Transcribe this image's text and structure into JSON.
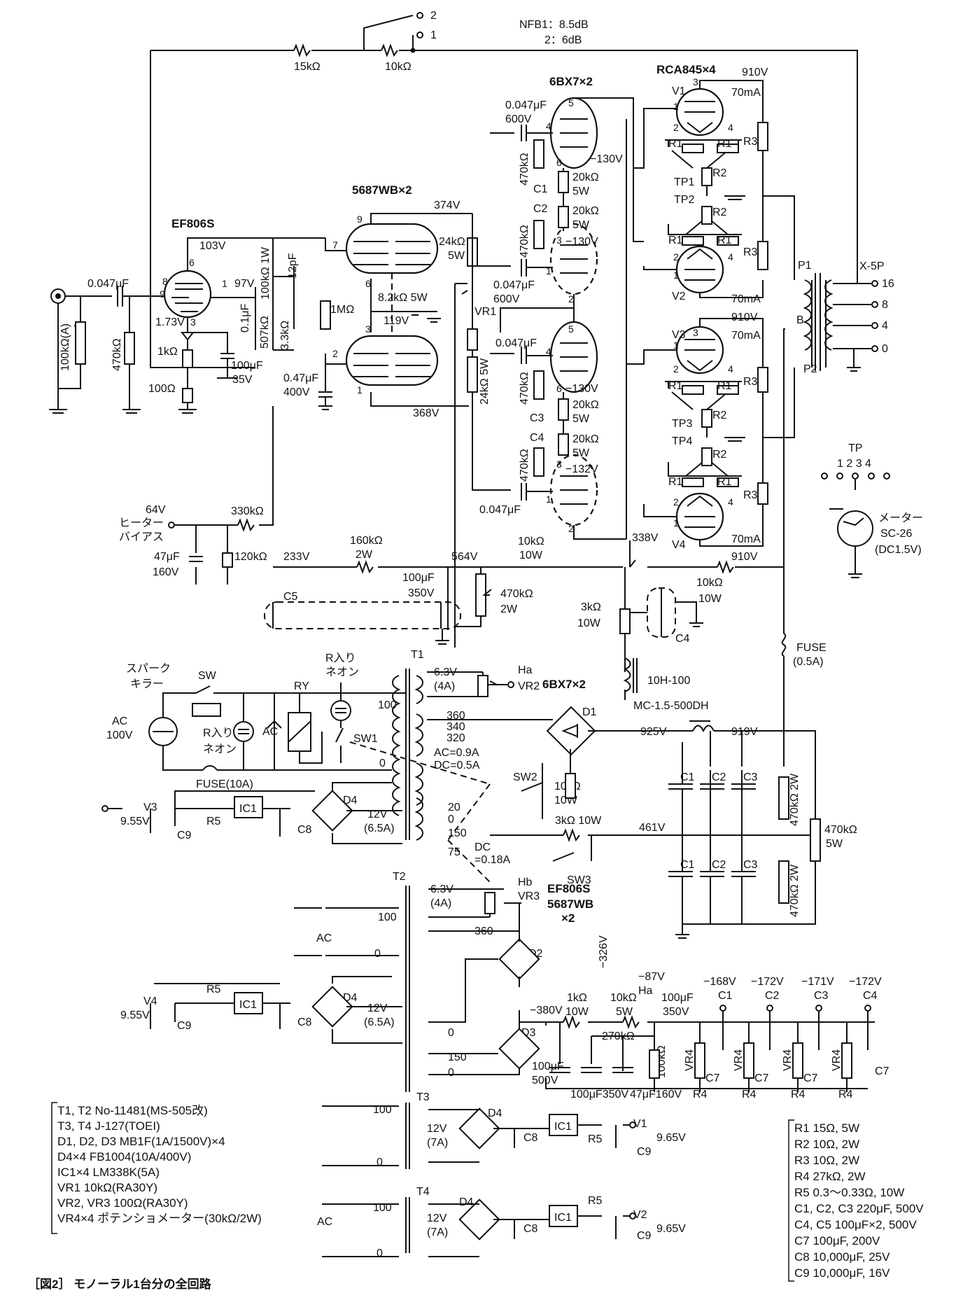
{
  "caption": "［図2］ モノーラル1台分の全回路",
  "nfb_note": [
    "NFB1：8.5dB",
    "2：6dB"
  ],
  "tubes": {
    "ef806s": "EF806S",
    "g5687": "5687WB×2",
    "g6bx7": "6BX7×2",
    "rca845": "RCA845×4"
  },
  "labels": {
    "r15k": "15kΩ",
    "r10k_nfb": "10kΩ",
    "sw_pos2": "2",
    "sw_pos1": "1",
    "vol": "100kΩ(A)",
    "c_in": "0.047μF",
    "r470k_in": "470kΩ",
    "v103": "103V",
    "v97": "97V",
    "v173": "1.73V",
    "r1k": "1kΩ",
    "r100": "100Ω",
    "c01": "0.1μF",
    "c100u35": "100μF",
    "v35": "35V",
    "r100k1w": "100kΩ 1W",
    "r507k": "507kΩ",
    "r33k": "3.3kΩ",
    "c12p": "12pF",
    "r1m": "1MΩ",
    "c047_400": "0.47μF",
    "v400": "400V",
    "v374": "374V",
    "v368": "368V",
    "r24k5w_a": "24kΩ",
    "w5_a": "5W",
    "r82k": "8.2kΩ 5W",
    "v119": "119V",
    "vr1": "VR1",
    "r24k5w_b": "24kΩ 5W",
    "c047_600a": "0.047μF",
    "v600a": "600V",
    "c047_600b": "0.047μF",
    "v600b": "600V",
    "c047_lo1": "0.047μF",
    "c047_lo2": "0.047μF",
    "r470k_a": "470kΩ",
    "r470k_b": "470kΩ",
    "r470k_c": "470kΩ",
    "r470k_d": "470kΩ",
    "c1": "C1",
    "c2": "C2",
    "c3": "C3",
    "c4": "C4",
    "r20k_a": "20kΩ",
    "r20k_b": "20kΩ",
    "r20k_c": "20kΩ",
    "r20k_d": "20kΩ",
    "w5": "5W",
    "vm130a": "−130V",
    "vm130b": "−130V",
    "vm130c": "−130V",
    "vm132": "−132V",
    "v338": "338V",
    "v910a": "910V",
    "v910b": "910V",
    "v910c": "910V",
    "ma70a": "70mA",
    "ma70b": "70mA",
    "ma70c": "70mA",
    "ma70d": "70mA",
    "v1": "V1",
    "v2": "V2",
    "v3": "V3",
    "v4": "V4",
    "r1": "R1",
    "r2": "R2",
    "r3": "R3",
    "tp1": "TP1",
    "tp2": "TP2",
    "tp3": "TP3",
    "tp4": "TP4",
    "p1": "P1",
    "p2": "P2",
    "b": "B",
    "x5p": "X-5P",
    "o16": "16",
    "o8": "8",
    "o4": "4",
    "o0": "0",
    "tp": "TP",
    "tp_nums": "1 2 3 4",
    "meter": "メーター",
    "meter_model": "SC-26",
    "meter_range": "(DC1.5V)",
    "v64": "64V",
    "heater_bias1": "ヒーター",
    "heater_bias2": "バイアス",
    "r330k": "330kΩ",
    "c47u": "47μF",
    "v160": "160V",
    "r120k": "120kΩ",
    "v233": "233V",
    "r160k": "160kΩ",
    "w2": "2W",
    "v564": "564V",
    "r10k10w_a": "10kΩ",
    "w10_a": "10W",
    "c100u350": "100μF",
    "v350": "350V",
    "r470k2w": "470kΩ",
    "w2b": "2W",
    "c5": "C5",
    "r10k10w_b": "10kΩ",
    "w10_b": "10W",
    "r3k": "3kΩ",
    "w10_c": "10W",
    "c4b": "C4",
    "fuse05": "FUSE",
    "fuse05v": "(0.5A)",
    "choke1": "10H-100",
    "choke2": "MC-1.5-500DH",
    "v925": "925V",
    "v919": "919V",
    "r470k2w_a": "470kΩ 2W",
    "r470k2w_b": "470kΩ 2W",
    "r470k5w": "470kΩ",
    "w5c": "5W",
    "spark1": "スパーク",
    "spark2": "キラー",
    "sw": "SW",
    "ry": "RY",
    "neon1a": "R入り",
    "neon1b": "ネオン",
    "neon2a": "R入り",
    "neon2b": "ネオン",
    "ac100a": "AC",
    "ac100b": "100V",
    "ac": "AC",
    "fuse10": "FUSE(10A)",
    "sw1": "SW1",
    "t1": "T1",
    "t2": "T2",
    "t3": "T3",
    "t4": "T4",
    "h63a": "6.3V",
    "h4a": "(4A)",
    "ha": "Ha",
    "vr2": "VR2",
    "bx7_2": "6BX7×2",
    "tap360": "360",
    "tap340": "340",
    "tap320": "320",
    "tap100": "100",
    "tap0": "0",
    "acdc1": "AC=0.9A",
    "acdc2": "DC=0.5A",
    "d1": "D1",
    "sw2": "SW2",
    "r10k10w_c": "10kΩ",
    "w10_d": "10W",
    "r3k10w": "3kΩ 10W",
    "sw3": "SW3",
    "v461": "461V",
    "tap20": "20",
    "tap150": "150",
    "tap75": "75",
    "dc018": "DC",
    "dc018v": "=0.18A",
    "v3out": "V3",
    "v955a": "9.55V",
    "r5": "R5",
    "ic1": "IC1",
    "c8": "C8",
    "c9": "C9",
    "d4": "D4",
    "v12": "12V",
    "a65": "(6.5A)",
    "h63b": "6.3V",
    "h4b": "(4A)",
    "hb": "Hb",
    "vr3": "VR3",
    "ef_2": "EF806S",
    "g5687_2": "5687WB",
    "x2": "×2",
    "d2": "D2",
    "v326": "−326V",
    "v4out": "V4",
    "v955b": "9.55V",
    "v380": "−380V",
    "d3": "D3",
    "r1k10w": "1kΩ",
    "w10_e": "10W",
    "r10k5w": "10kΩ",
    "w5_e": "5W",
    "r270k": "270kΩ",
    "v87": "−87V",
    "c100u350b": "100μF",
    "v350b": "350V",
    "r100k": "100kΩ",
    "c100u500": "100μF",
    "v500": "500V",
    "c100u350c": "100μF350V",
    "c47u160": "47μF160V",
    "vm168": "−168V",
    "vm172a": "−172V",
    "vm171": "−171V",
    "vm172b": "−172V",
    "vr4": "VR4",
    "r4": "R4",
    "c7": "C7",
    "v1out": "V1",
    "v965a": "9.65V",
    "v2out": "V2",
    "v965b": "9.65V",
    "v12_7a": "12V",
    "a7": "(7A)"
  },
  "parts_left": [
    "T1, T2 No-11481(MS-505改)",
    "T3, T4 J-127(TOEI)",
    "D1, D2, D3 MB1F(1A/1500V)×4",
    "D4×4 FB1004(10A/400V)",
    "IC1×4 LM338K(5A)",
    "VR1 10kΩ(RA30Y)",
    "VR2, VR3 100Ω(RA30Y)",
    "VR4×4 ポテンショメーター(30kΩ/2W)"
  ],
  "parts_right": [
    "R1 15Ω, 5W",
    "R2 10Ω, 2W",
    "R3 10Ω, 2W",
    "R4 27kΩ, 2W",
    "R5 0.3〜0.33Ω, 10W",
    "C1, C2, C3 220μF, 500V",
    "C4, C5 100μF×2, 500V",
    "C7 100μF, 200V",
    "C8 10,000μF, 25V",
    "C9 10,000μF, 16V"
  ]
}
